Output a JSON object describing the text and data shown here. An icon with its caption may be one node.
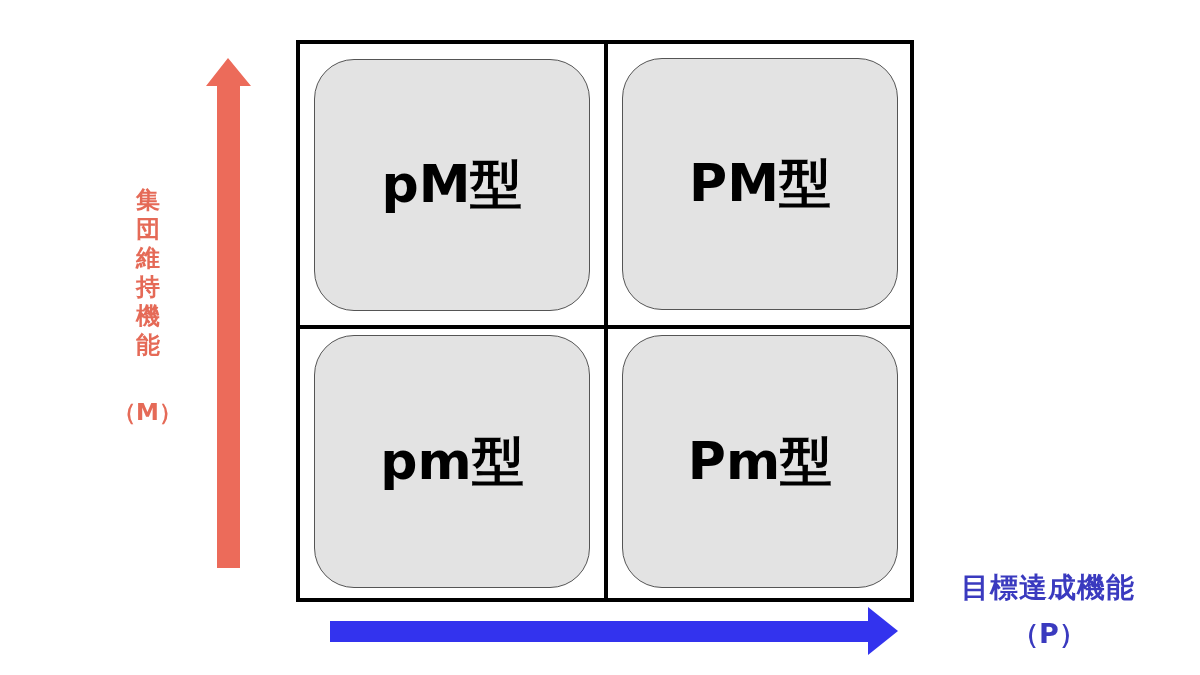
{
  "diagram": {
    "nodes": [
      {
        "text": [
          "pM型"
        ]
      },
      {
        "text": [
          "PM型"
        ]
      },
      {
        "text": [
          "pm型"
        ]
      },
      {
        "text": [
          "Pm型"
        ]
      }
    ],
    "labels": [
      "集団維持機能",
      "（M）",
      "目標達成機能",
      "（P）"
    ]
  }
}
